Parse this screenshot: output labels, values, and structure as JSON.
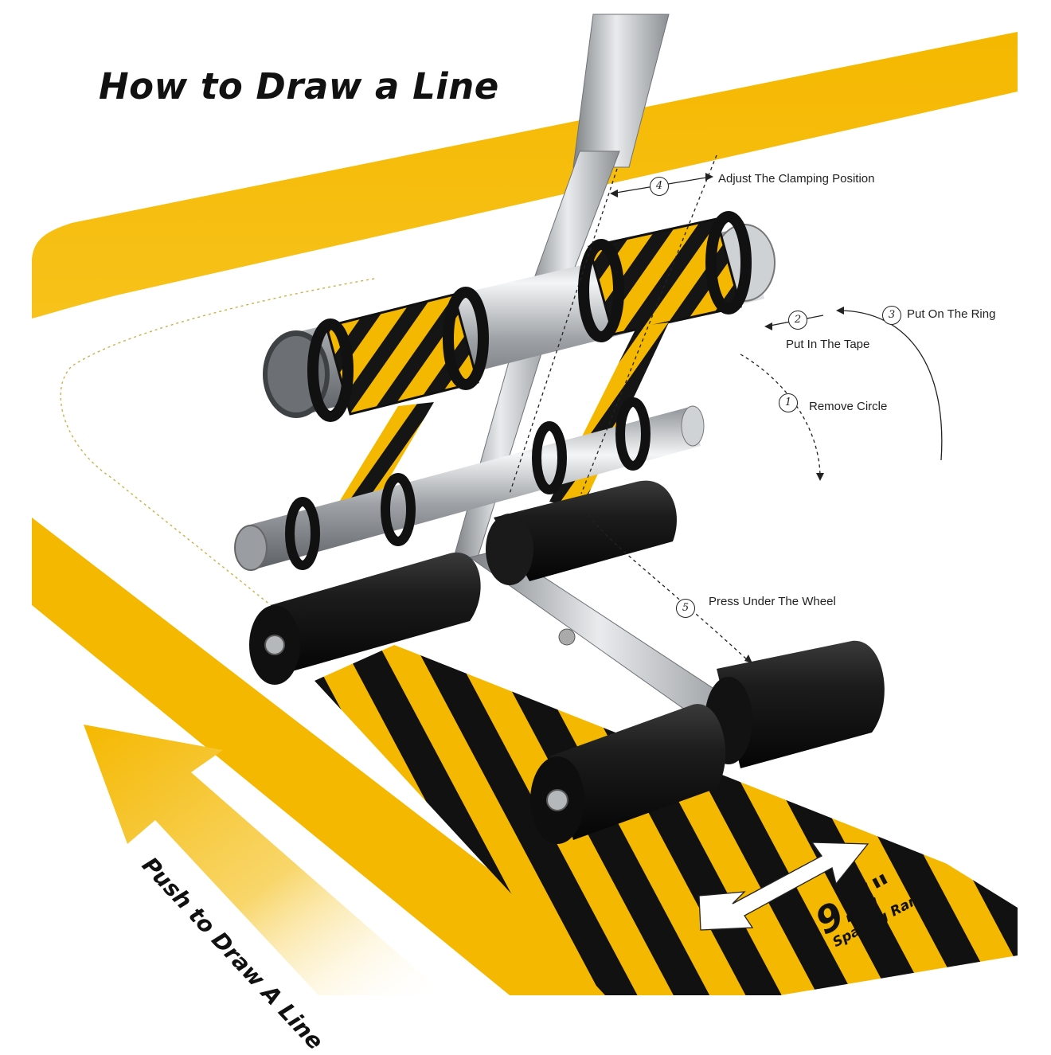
{
  "title": "How to Draw a Line",
  "steps": [
    {
      "num": "1",
      "label": "Remove Circle"
    },
    {
      "num": "2",
      "label": "Put In The Tape"
    },
    {
      "num": "3",
      "label": "Put On The Ring"
    },
    {
      "num": "4",
      "label": "Adjust The Clamping Position"
    },
    {
      "num": "5",
      "label": "Press Under The Wheel"
    }
  ],
  "push_label": "Push to Draw A Line",
  "spacing": {
    "symbol": "≤",
    "value": "9.4\"",
    "label": "Spacing Range"
  },
  "colors": {
    "tape_yellow": "#f5b800",
    "tape_black": "#111111",
    "steel": "#b9bcc0",
    "roller": "#1a1a1a"
  },
  "icons": [
    "push-arrow-icon",
    "double-arrow-icon"
  ]
}
